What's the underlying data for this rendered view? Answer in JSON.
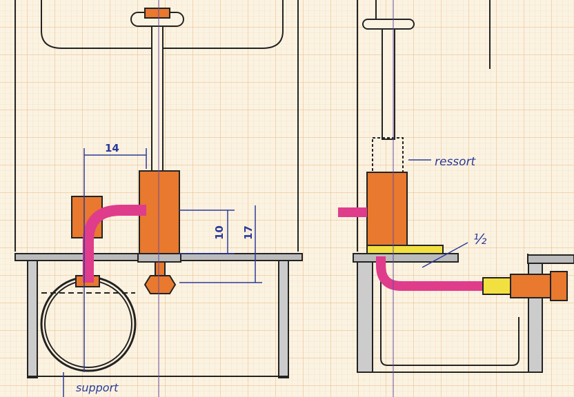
{
  "labels": {
    "dim_horizontal": "14",
    "dim_vertical_short": "10",
    "dim_vertical_long": "17",
    "spring": "ressort",
    "thread": "½",
    "support": "support"
  },
  "colors": {
    "paper": "#fbf3e2",
    "grid": "#f0c89a",
    "ink": "#222222",
    "orange": "#e8792e",
    "pink": "#e03c8c",
    "yellow": "#f2e040",
    "blue": "#2a3a9a",
    "purple": "#6a4aa0"
  }
}
